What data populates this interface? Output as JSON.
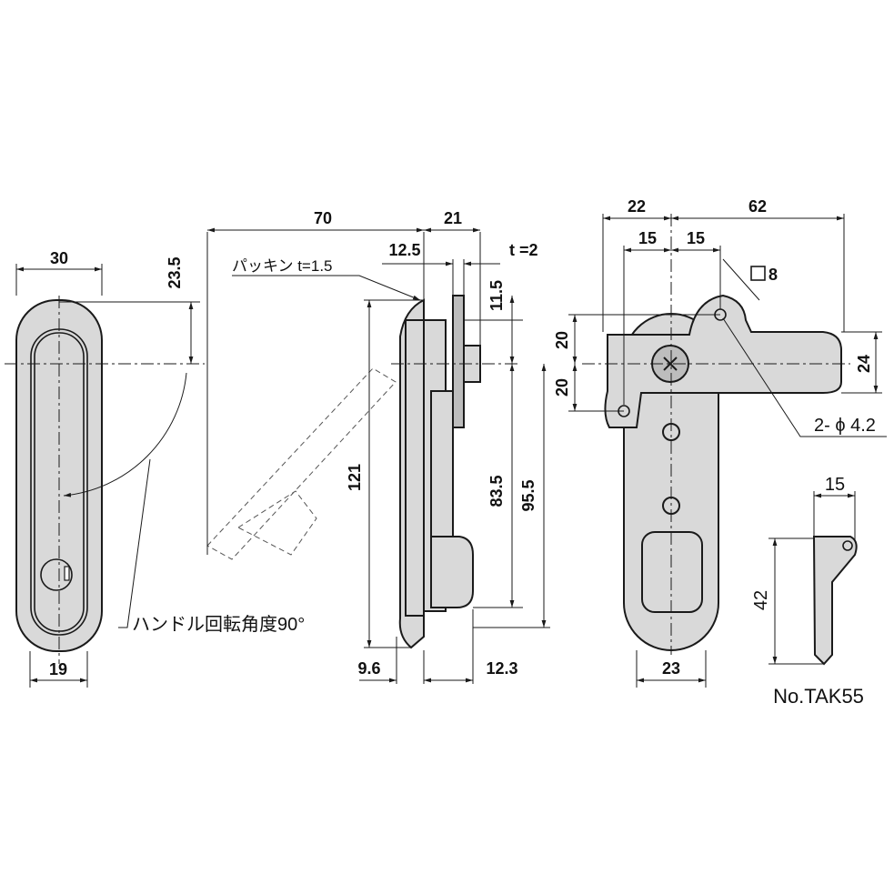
{
  "front": {
    "width": "30",
    "top_offset": "23.5",
    "bottom_width": "19",
    "rotation_note": "ハンドル回転角度90°"
  },
  "side": {
    "overall": "70",
    "depth": "21",
    "flange": "12.5",
    "plate_t": "t =2",
    "gasket": "パッキン t=1.5",
    "offset": "11.5",
    "height": "121",
    "d1": "83.5",
    "d2": "95.5",
    "bottom_left": "9.6",
    "bottom_right": "12.3"
  },
  "rear": {
    "w_left": "22",
    "w_right": "62",
    "h_left": "15",
    "h_right": "15",
    "square": "8",
    "v1": "20",
    "v2": "20",
    "right_h": "24",
    "holes": "2- ϕ 4.2",
    "bottom_width": "23"
  },
  "key": {
    "width": "15",
    "length": "42",
    "model": "No.TAK55"
  }
}
